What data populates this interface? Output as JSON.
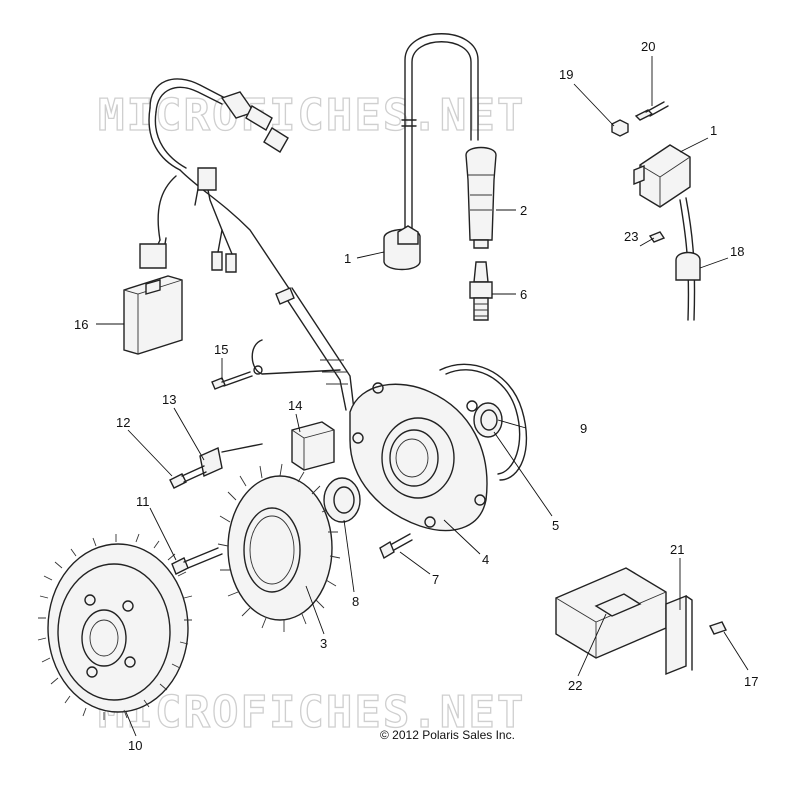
{
  "watermark_text": "MICROFICHES.NET",
  "copyright": "© 2012 Polaris Sales Inc.",
  "callouts": [
    "1",
    "2",
    "6",
    "20",
    "19",
    "1",
    "23",
    "18",
    "16",
    "15",
    "13",
    "12",
    "14",
    "9",
    "5",
    "11",
    "4",
    "7",
    "8",
    "3",
    "21",
    "17",
    "22",
    "10"
  ]
}
